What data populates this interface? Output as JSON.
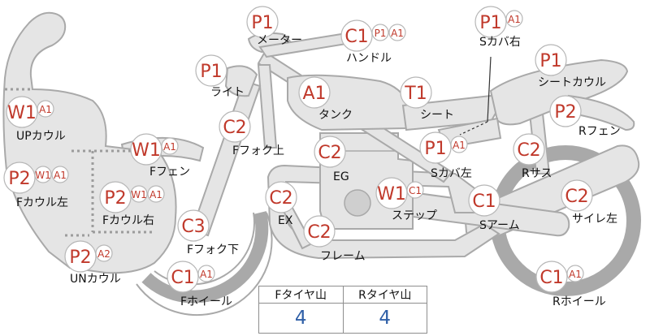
{
  "colors": {
    "grade_text": "#c0392b",
    "part_fill": "#e5e5e5",
    "part_stroke": "#a9a9a9",
    "tire_value": "#2f5fa7"
  },
  "parts": [
    {
      "id": "meter",
      "label": "メーター",
      "grades": [
        "P1"
      ]
    },
    {
      "id": "handle",
      "label": "ハンドル",
      "grades": [
        "C1",
        "P1",
        "A1"
      ]
    },
    {
      "id": "side-cover-right",
      "label": "Sカバ右",
      "grades": [
        "P1",
        "A1"
      ]
    },
    {
      "id": "light",
      "label": "ライト",
      "grades": [
        "P1"
      ]
    },
    {
      "id": "seat-cowl",
      "label": "シートカウル",
      "grades": [
        "P1"
      ]
    },
    {
      "id": "tank",
      "label": "タンク",
      "grades": [
        "A1"
      ]
    },
    {
      "id": "seat",
      "label": "シート",
      "grades": [
        "T1"
      ]
    },
    {
      "id": "upper-cowl",
      "label": "UPカウル",
      "grades": [
        "W1",
        "A1"
      ]
    },
    {
      "id": "rear-fender",
      "label": "Rフェン",
      "grades": [
        "P2"
      ]
    },
    {
      "id": "front-fork-upper",
      "label": "Fフォク上",
      "grades": [
        "C2"
      ]
    },
    {
      "id": "front-fender",
      "label": "Fフェン",
      "grades": [
        "W1",
        "A1"
      ]
    },
    {
      "id": "engine",
      "label": "EG",
      "grades": [
        "C2"
      ]
    },
    {
      "id": "side-cover-left",
      "label": "Sカバ左",
      "grades": [
        "P1",
        "A1"
      ]
    },
    {
      "id": "rear-suspension",
      "label": "Rサス",
      "grades": [
        "C2"
      ]
    },
    {
      "id": "front-cowl-left",
      "label": "Fカウル左",
      "grades": [
        "P2",
        "W1",
        "A1"
      ]
    },
    {
      "id": "front-cowl-right",
      "label": "Fカウル右",
      "grades": [
        "P2",
        "W1",
        "A1"
      ]
    },
    {
      "id": "exhaust",
      "label": "EX",
      "grades": [
        "C2"
      ]
    },
    {
      "id": "step",
      "label": "ステップ",
      "grades": [
        "W1",
        "C1"
      ]
    },
    {
      "id": "swing-arm",
      "label": "Sアーム",
      "grades": [
        "C1"
      ]
    },
    {
      "id": "muffler-left",
      "label": "サイレ左",
      "grades": [
        "C2"
      ]
    },
    {
      "id": "front-fork-lower",
      "label": "Fフォク下",
      "grades": [
        "C3"
      ]
    },
    {
      "id": "frame",
      "label": "フレーム",
      "grades": [
        "C2"
      ]
    },
    {
      "id": "under-cowl",
      "label": "UNカウル",
      "grades": [
        "P2",
        "A2"
      ]
    },
    {
      "id": "front-wheel",
      "label": "Fホイール",
      "grades": [
        "C1",
        "A1"
      ]
    },
    {
      "id": "rear-wheel",
      "label": "Rホイール",
      "grades": [
        "C1",
        "A1"
      ]
    }
  ],
  "tire_table": {
    "front_header": "Fタイヤ山",
    "rear_header": "Rタイヤ山",
    "front_value": "4",
    "rear_value": "4"
  }
}
